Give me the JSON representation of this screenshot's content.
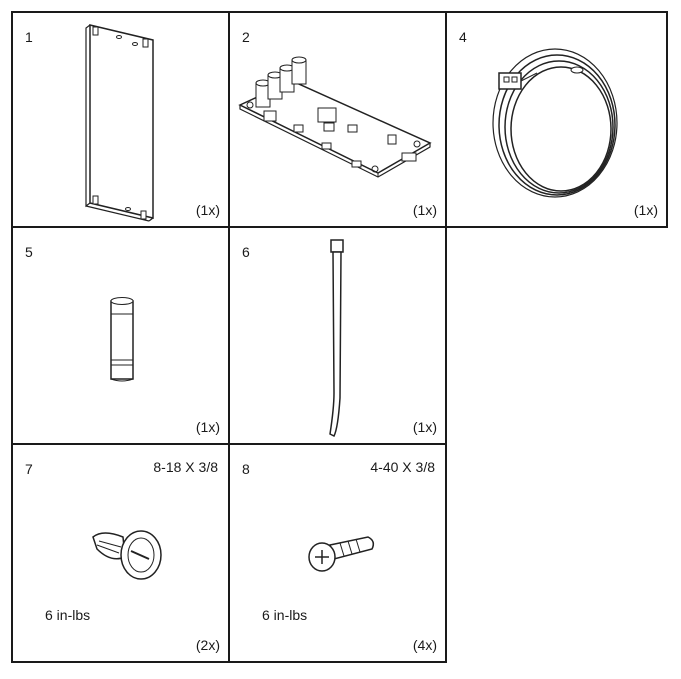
{
  "items": [
    {
      "number": "1",
      "quantity": "(1x)",
      "icon": "mounting-plate-icon"
    },
    {
      "number": "2",
      "quantity": "(1x)",
      "icon": "circuit-board-icon"
    },
    {
      "number": "4",
      "quantity": "(1x)",
      "icon": "wire-harness-icon"
    },
    {
      "number": "5",
      "quantity": "(1x)",
      "icon": "fuse-icon"
    },
    {
      "number": "6",
      "quantity": "(1x)",
      "icon": "cable-tie-icon"
    },
    {
      "number": "7",
      "quantity": "(2x)",
      "spec": "8-18 X 3/8",
      "torque": "6 in-lbs",
      "icon": "self-tapping-screw-icon"
    },
    {
      "number": "8",
      "quantity": "(4x)",
      "spec": "4-40 X 3/8",
      "torque": "6 in-lbs",
      "icon": "machine-screw-icon"
    }
  ]
}
